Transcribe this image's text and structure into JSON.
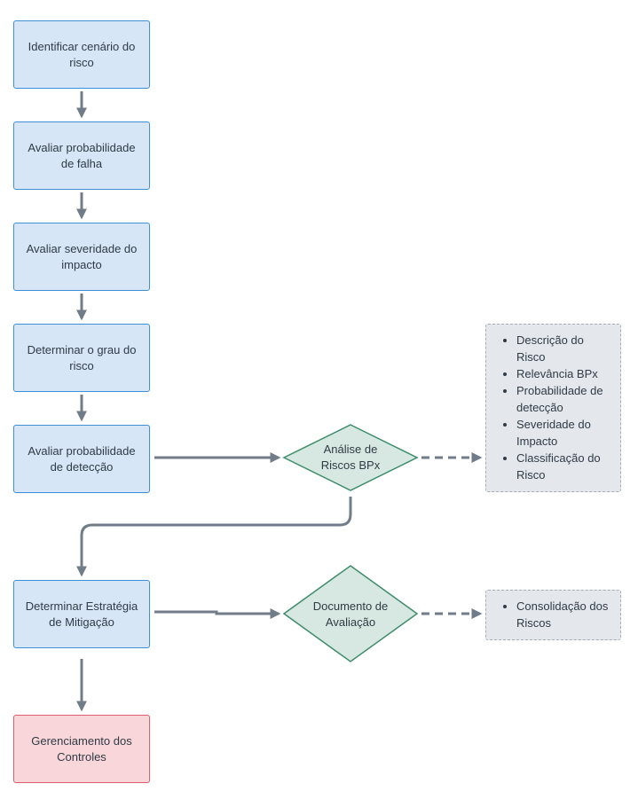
{
  "colors": {
    "process_fill": "#d6e6f7",
    "process_border": "#3d8fd6",
    "end_fill": "#f8d6da",
    "end_border": "#d9606c",
    "decision_fill": "#d6e8e1",
    "decision_border": "#3e8c6a",
    "note_fill": "#e4e7ec",
    "note_border": "#a6adb6",
    "connector": "#707c87"
  },
  "nodes": {
    "step1": "Identificar cenário do risco",
    "step2": "Avaliar probabilidade de falha",
    "step3": "Avaliar severidade do impacto",
    "step4": "Determinar o grau do risco",
    "step5": "Avaliar probabilidade de detecção",
    "step6": "Determinar Estratégia de Mitigação",
    "step7": "Gerenciamento dos Controles",
    "decision1": "Análise de Riscos BPx",
    "decision2": "Documento de Avaliação"
  },
  "notes": {
    "analysis_items": [
      "Descrição do Risco",
      "Relevância BPx",
      "Probabilidade de detecção",
      "Severidade do Impacto",
      "Classificação do Risco"
    ],
    "document_items": [
      "Consolidação dos Riscos"
    ]
  }
}
